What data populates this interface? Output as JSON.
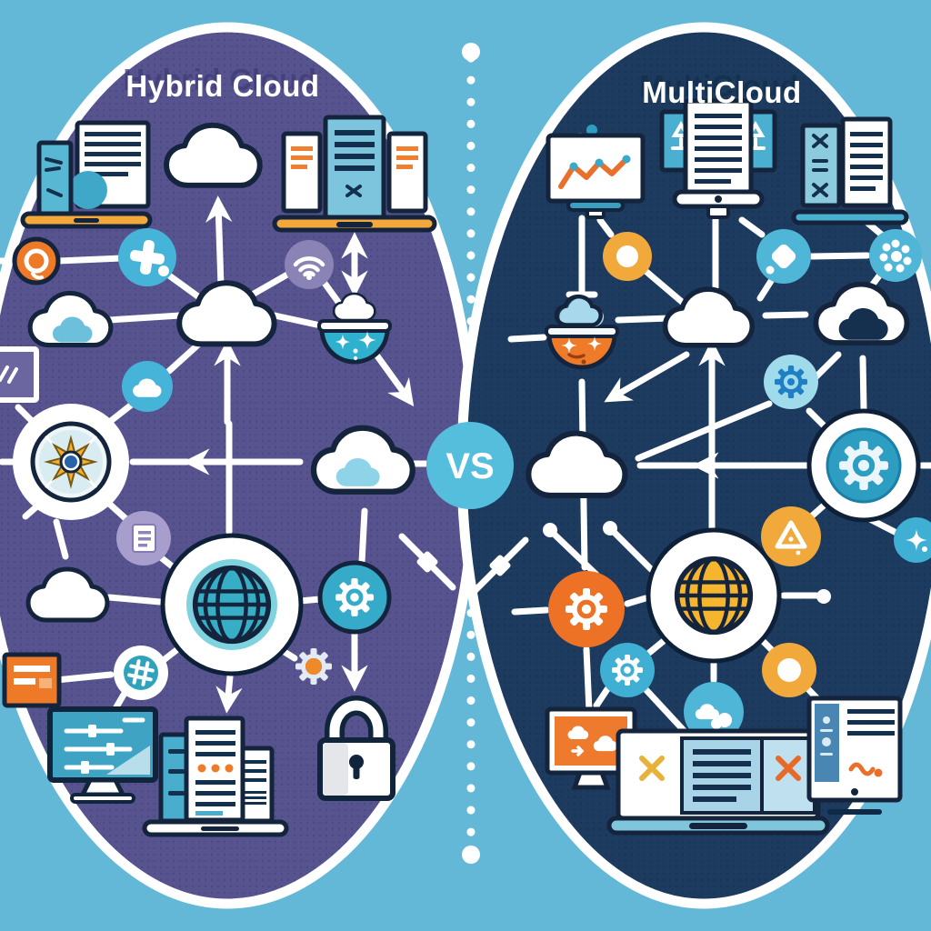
{
  "illustration": {
    "type": "comparison-diagram",
    "left_panel": {
      "title": "Hybrid Cloud",
      "icons": [
        "laptop-documents-icon",
        "cloud-icon",
        "laptop-files-icon",
        "orange-ring-icon",
        "plus-badge-icon",
        "wifi-badge-icon",
        "cloud-with-inner-cloud-icon",
        "cloud-icon",
        "cloud-bowl-sparkles-icon",
        "window-widget-icon",
        "cloud-badge-icon",
        "compass-star-icon",
        "cloud-with-inner-cloud-icon",
        "document-badge-icon",
        "cloud-icon",
        "globe-icon",
        "gear-badge-icon",
        "gear-orange-icon",
        "hash-badge-icon",
        "browser-window-icon",
        "settings-monitor-icon",
        "server-documents-laptop-icon",
        "padlock-icon"
      ]
    },
    "right_panel": {
      "title": "MultiCloud",
      "icons": [
        "chart-monitor-icon",
        "documents-monitor-icon",
        "laptop-files-x-icon",
        "yellow-ring-icon",
        "spark-badge-icon",
        "dot-cluster-badge-icon",
        "cloud-bowl-sparkles-icon",
        "cloud-icon",
        "cloud-with-dark-cloud-icon",
        "gear-blue-badge-icon",
        "cloud-icon",
        "gear-circle-icon",
        "gear-orange-circle-icon",
        "globe-icon",
        "warning-triangle-badge-icon",
        "gear-teal-badge-icon",
        "yellow-dot-badge-icon",
        "clouds-badge-icon",
        "spark-edge-badge-icon",
        "clouds-monitor-icon",
        "laptop-x-documents-icon",
        "tablet-document-icon"
      ]
    },
    "divider": {
      "vs_label": "VS",
      "style": "vertical-dotted-line"
    }
  },
  "colors": {
    "background": "#63b8d7",
    "left_panel": "#56538f",
    "right_panel": "#1d3a5f",
    "panel_outline": "#ffffff",
    "vs_circle": "#55bedd",
    "vs_text": "#ffffff",
    "line": "#ffffff",
    "outline_dark": "#14243c",
    "teal": "#45b4d8",
    "orange": "#ee7a29",
    "amber": "#f2a93b",
    "lavender": "#8a83b5",
    "light_purple": "#a79ecd",
    "navy_cloud": "#14304e",
    "globe_left": "#35aec6",
    "globe_right": "#f5b52e"
  }
}
